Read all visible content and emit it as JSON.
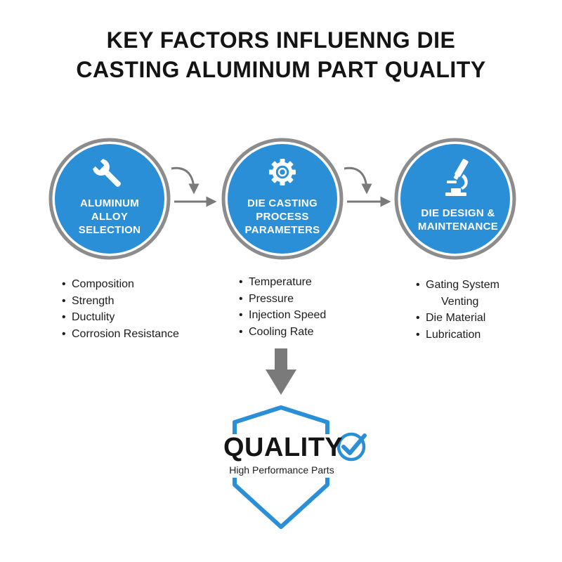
{
  "title": {
    "line1": "KEY FACTORS INFLUENNG DIE",
    "line2": "CASTING ALUMINUM PART QUALITY"
  },
  "colors": {
    "primary_blue": "#2a8fd6",
    "ring_gray": "#8c8c8c",
    "arrow_gray": "#7a7a7a",
    "text_dark": "#141414"
  },
  "factors": [
    {
      "icon": "wrench-icon",
      "label_lines": [
        "ALUMINUM",
        "ALLOY",
        "SELECTION"
      ],
      "items": [
        "Composition",
        "Strength",
        "Ductulity",
        "Corrosion Resistance"
      ]
    },
    {
      "icon": "gear-icon",
      "label_lines": [
        "DIE CASTING",
        "PROCESS",
        "PARAMETERS"
      ],
      "items": [
        "Temperature",
        "Pressure",
        "Injection Speed",
        "Cooling Rate"
      ]
    },
    {
      "icon": "microscope-icon",
      "label_lines": [
        "DIE DESIGN &",
        "MAINTENANCE"
      ],
      "items": [
        "Gating System",
        "Venting",
        "Die Material",
        "Lubrication"
      ]
    }
  ],
  "result": {
    "icon": "shield-icon",
    "check_icon": "check-circle-icon",
    "heading": "QUALITY",
    "subtitle": "High Performance Parts"
  }
}
